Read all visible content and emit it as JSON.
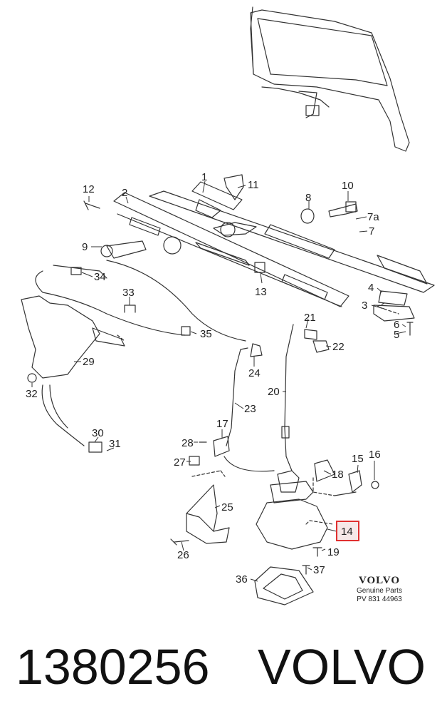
{
  "diagram": {
    "callouts": [
      "1",
      "2",
      "3",
      "4",
      "5",
      "6",
      "7",
      "7a",
      "8",
      "9",
      "10",
      "11",
      "12",
      "13",
      "14",
      "15",
      "16",
      "17",
      "18",
      "19",
      "20",
      "21",
      "22",
      "23",
      "24",
      "25",
      "26",
      "27",
      "28",
      "29",
      "30",
      "31",
      "32",
      "33",
      "34",
      "35",
      "36",
      "37"
    ],
    "highlighted_callout": "14",
    "highlight_color": "#e03030"
  },
  "brand": {
    "logo": "VOLVO",
    "line1": "Genuine Parts",
    "line2": "PV 831 44963"
  },
  "footer": {
    "part_number": "1380256",
    "make": "VOLVO"
  }
}
